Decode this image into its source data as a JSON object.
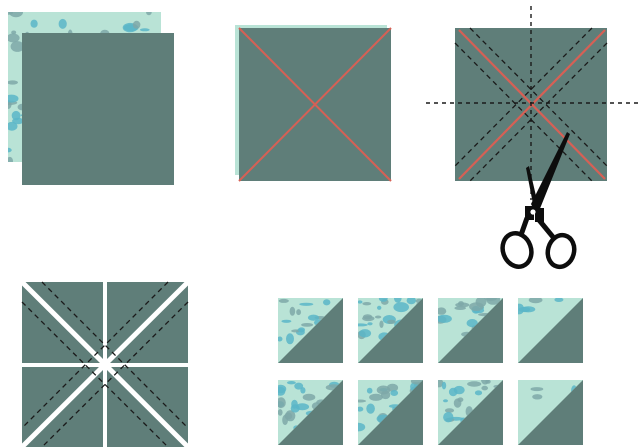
{
  "colors": {
    "fabric_dark": "#5f7e79",
    "fabric_light": "#b9e3d6",
    "fabric_mottle": "#7ea8a8",
    "fabric_mottle_blue": "#5bb6c8",
    "chalk_line": "#d66055",
    "cut_guide": "#1a1a1a",
    "scissors": "#0d0d0d",
    "gap": "#ffffff"
  },
  "steps": [
    {
      "id": "step-1",
      "description_icon": "stacked-squares-icon"
    },
    {
      "id": "step-2",
      "description_icon": "marked-diagonals-icon"
    },
    {
      "id": "step-3",
      "description_icon": "sew-and-cut-icon"
    },
    {
      "id": "step-4",
      "description_icon": "cut-into-eight-icon"
    },
    {
      "id": "step-5",
      "description_icon": "half-square-triangles-icon"
    }
  ],
  "hst_grid": {
    "rows": 2,
    "cols": 4
  }
}
